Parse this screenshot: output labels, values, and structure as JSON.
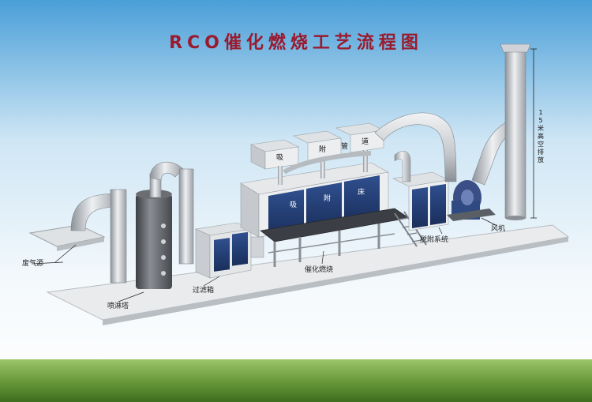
{
  "title": "RCO催化燃烧工艺流程图",
  "labels": {
    "waste_gas_source": "废气源",
    "spray_tower": "喷淋塔",
    "filter_box": "过滤箱",
    "catalytic_combustion": "催化燃烧",
    "desorption_system": "脱附系统",
    "fan": "风机",
    "exhaust": "15米高空排放"
  },
  "duct_chars": [
    "吸",
    "附",
    "管",
    "道"
  ],
  "bed_chars": [
    "吸",
    "附",
    "床"
  ],
  "colors": {
    "title": "#9a1a2e",
    "panel_blue": "#23407a",
    "sky_top": "#4a9fd8",
    "grass": "#6a9a3a"
  }
}
